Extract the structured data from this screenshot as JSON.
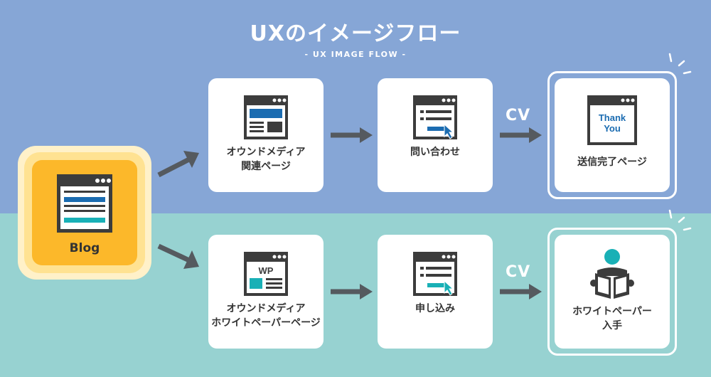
{
  "header": {
    "title": "UXのイメージフロー",
    "subtitle": "- UX IMAGE FLOW -"
  },
  "start": {
    "label": "Blog"
  },
  "top_flow": {
    "step1": {
      "line1": "オウンドメディア",
      "line2": "関連ページ"
    },
    "step2": {
      "line1": "問い合わせ"
    },
    "cv": "CV",
    "goal": {
      "line1": "送信完了ページ",
      "icon_text_1": "Thank",
      "icon_text_2": "You"
    }
  },
  "bottom_flow": {
    "step1": {
      "line1": "オウンドメディア",
      "line2": "ホワイトペーパーページ",
      "icon_text": "WP"
    },
    "step2": {
      "line1": "申し込み"
    },
    "cv": "CV",
    "goal": {
      "line1": "ホワイトペーパー",
      "line2": "入手"
    }
  },
  "colors": {
    "top_band": "#86a6d6",
    "bottom_band": "#97d2d1",
    "blue_accent": "#1b6cb1",
    "teal_accent": "#19b0b6",
    "dark": "#3c3c3c",
    "arrow": "#555a5f",
    "blog_orange": "#fcb82a"
  }
}
